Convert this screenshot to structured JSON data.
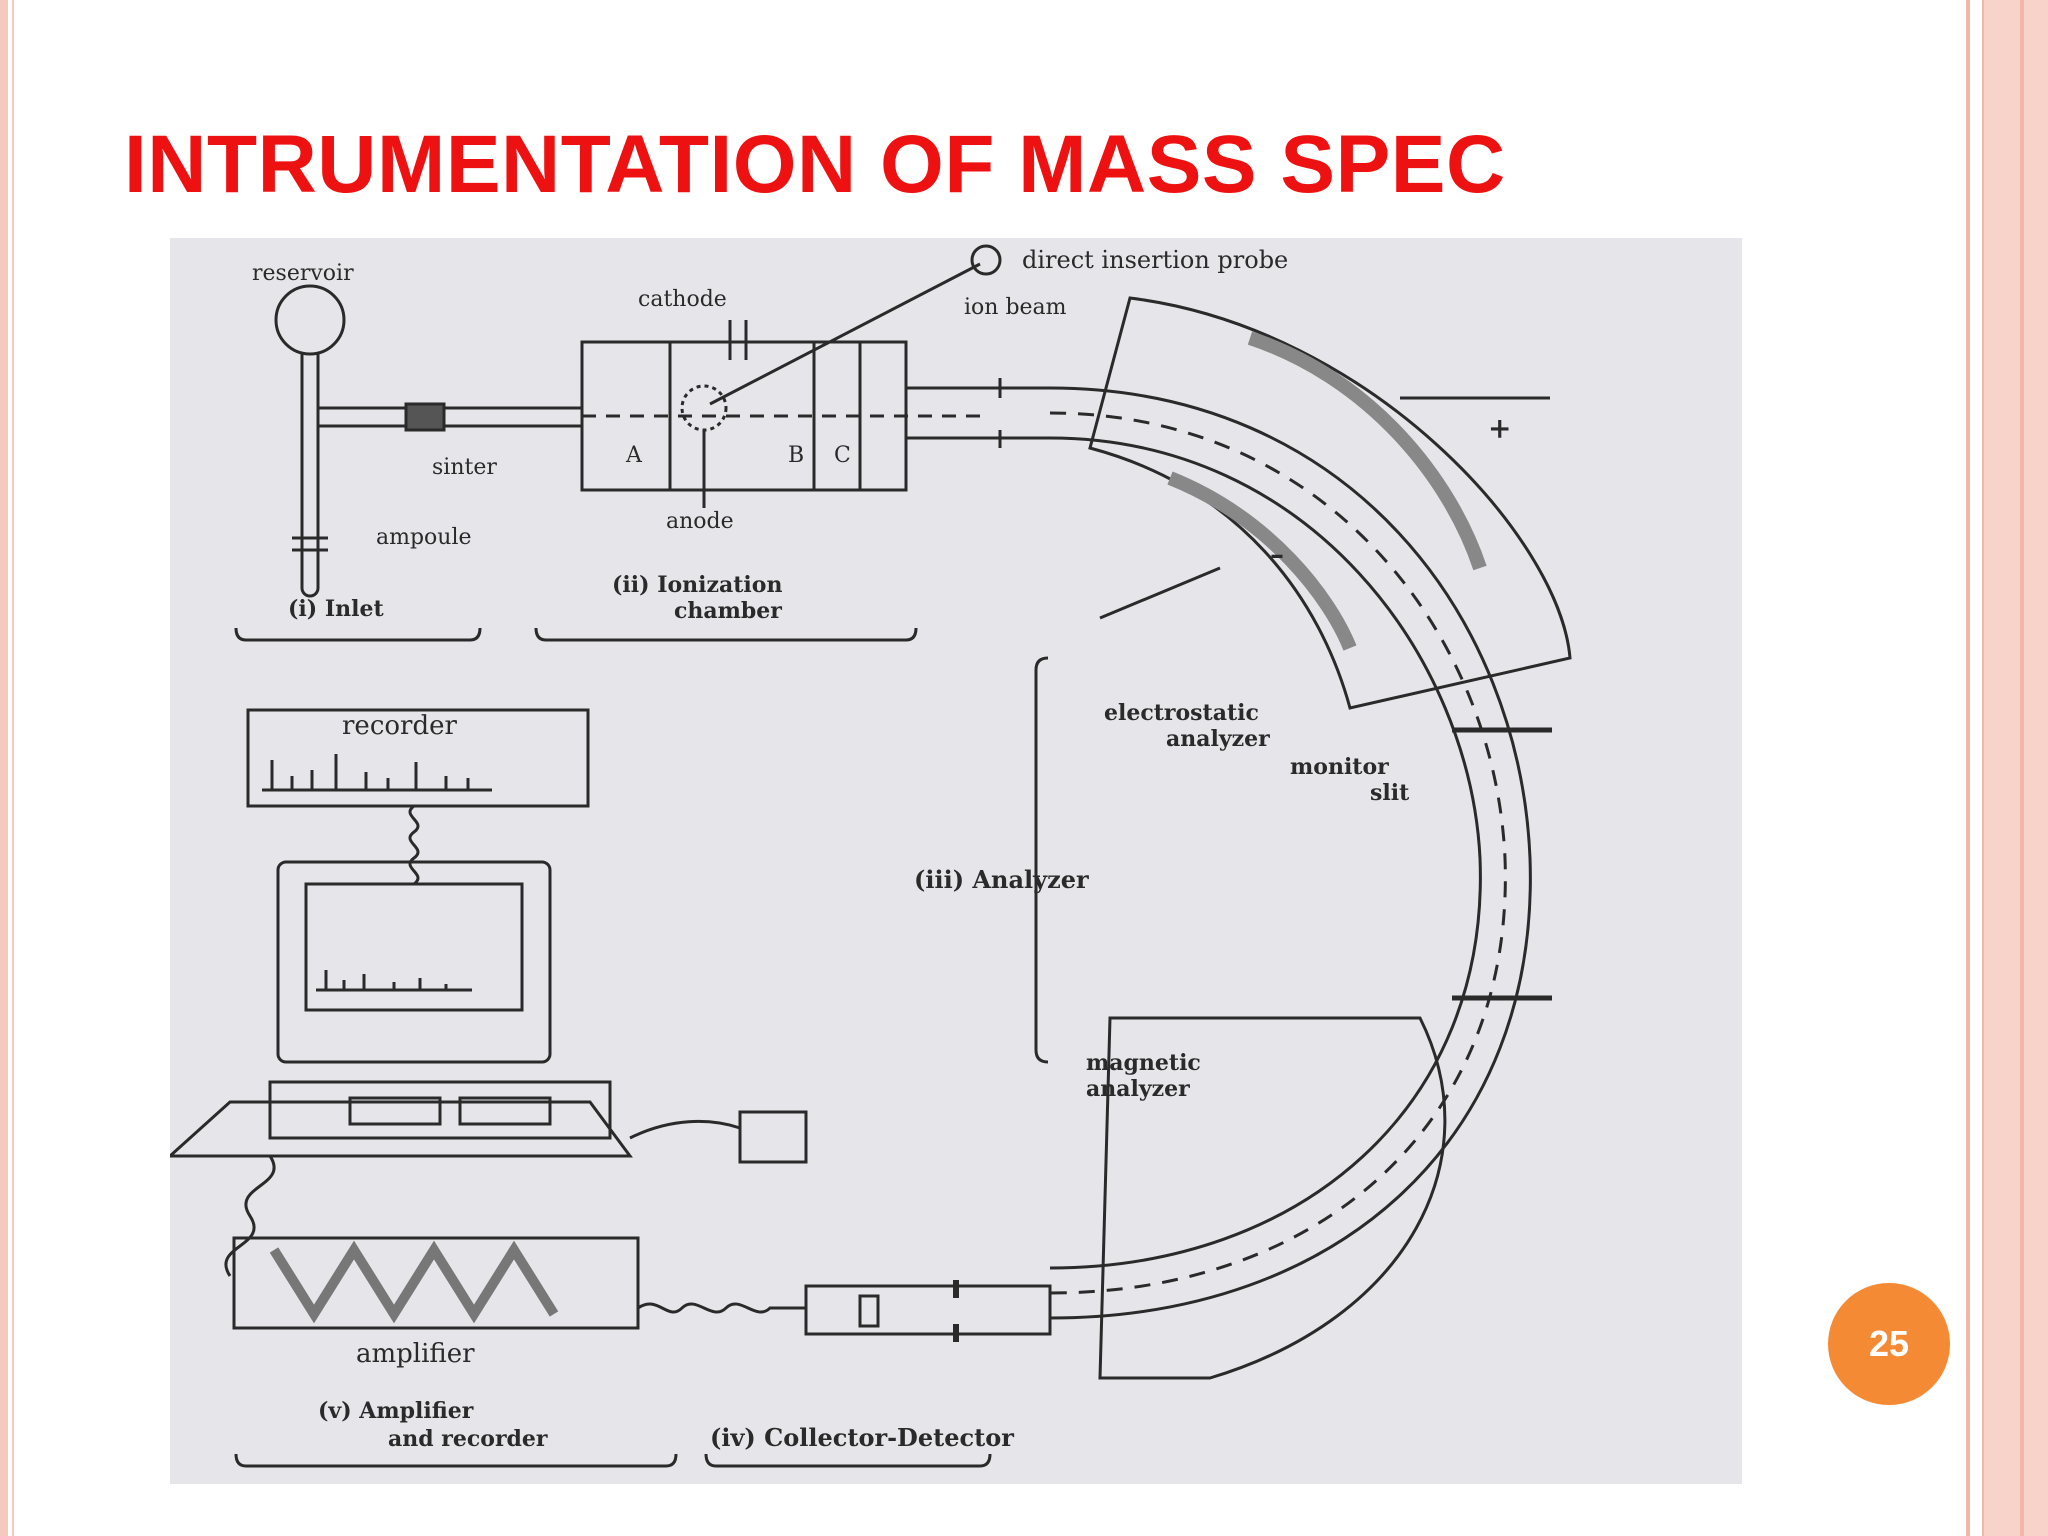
{
  "slide": {
    "title": "INTRUMENTATION OF MASS SPEC",
    "page_number": "25"
  },
  "diagram": {
    "labels": {
      "reservoir": "reservoir",
      "cathode": "cathode",
      "direct_insertion_probe": "direct insertion probe",
      "ion_beam": "ion beam",
      "sinter": "sinter",
      "ampoule": "ampoule",
      "anode": "anode",
      "chamber_a": "A",
      "chamber_b": "B",
      "chamber_c": "C",
      "plus": "+",
      "minus": "–",
      "electrostatic_analyzer_1": "electrostatic",
      "electrostatic_analyzer_2": "analyzer",
      "monitor_slit_1": "monitor",
      "monitor_slit_2": "slit",
      "magnetic_analyzer_1": "magnetic",
      "magnetic_analyzer_2": "analyzer",
      "recorder": "recorder",
      "amplifier": "amplifier"
    },
    "sections": {
      "inlet": "(i)  Inlet",
      "ionization_1": "(ii) Ionization",
      "ionization_2": "chamber",
      "analyzer": "(iii) Analyzer",
      "collector": "(iv) Collector-Detector",
      "amplifier_1": "(v)  Amplifier",
      "amplifier_2": "and recorder"
    }
  }
}
